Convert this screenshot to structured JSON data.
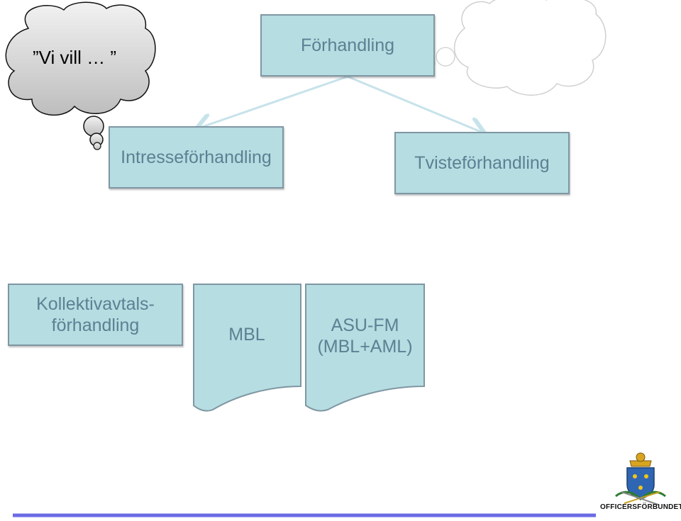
{
  "diagram": {
    "root": "Förhandling",
    "children": [
      "Intresseförhandling",
      "Tvisteförhandling"
    ],
    "bottom_box": [
      "Kollektivavtals-",
      "förhandling"
    ],
    "documents": [
      {
        "text": [
          "MBL"
        ]
      },
      {
        "text": [
          "ASU-FM",
          "(MBL+AML)"
        ]
      }
    ],
    "thought_cloud_text": "”Vi vill … ”",
    "colors": {
      "box_fill": "#b6dde1",
      "box_border": "#7f97a3",
      "text": "#5b8194",
      "arrow": "#c7e3ea",
      "cloud_fill": "#d9d9d9",
      "footer_line": "#6b6be6"
    }
  },
  "logo": {
    "text": "OFFICERSFÖRBUNDET"
  }
}
